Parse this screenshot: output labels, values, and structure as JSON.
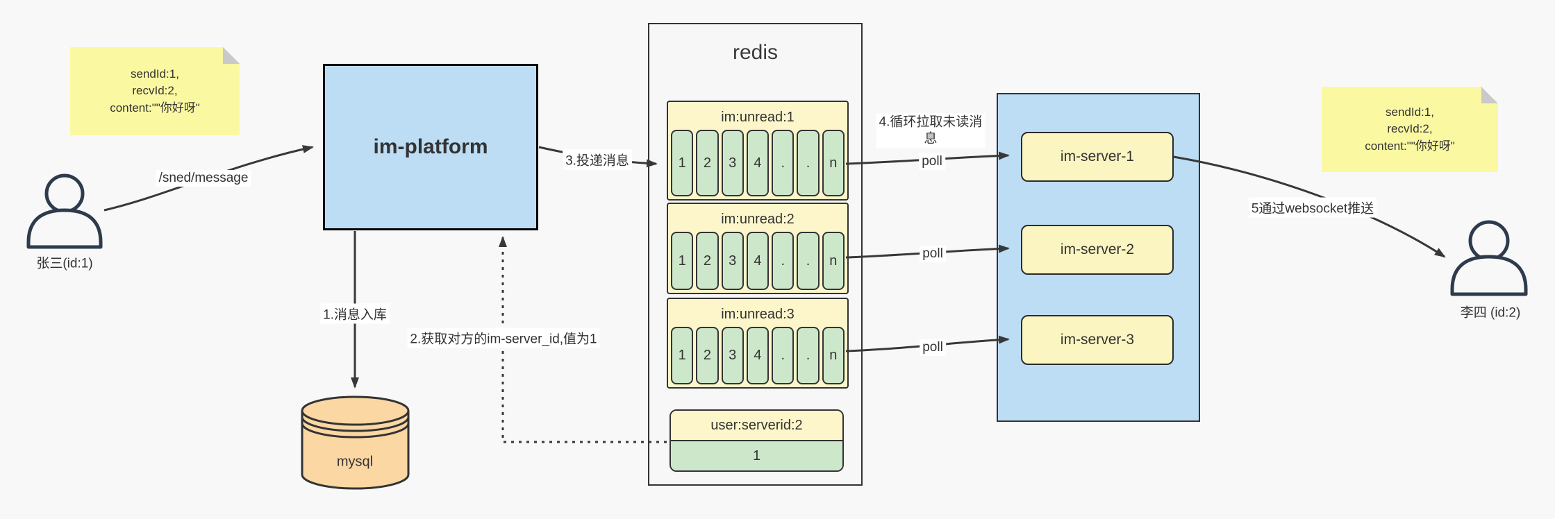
{
  "actors": {
    "sender_label": "张三(id:1)",
    "receiver_label": "李四 (id:2)"
  },
  "notes": {
    "left": {
      "line1": "sendId:1,",
      "line2": "recvId:2,",
      "line3": "content:\"\"你好呀\""
    },
    "right": {
      "line1": "sendId:1,",
      "line2": "recvId:2,",
      "line3": "content:\"\"你好呀\""
    }
  },
  "platform": {
    "label": "im-platform"
  },
  "database": {
    "label": "mysql"
  },
  "redis": {
    "title": "redis",
    "queues": [
      {
        "header": "im:unread:1",
        "cells": [
          "1",
          "2",
          "3",
          "4",
          ".",
          ".",
          "n"
        ]
      },
      {
        "header": "im:unread:2",
        "cells": [
          "1",
          "2",
          "3",
          "4",
          ".",
          ".",
          "n"
        ]
      },
      {
        "header": "im:unread:3",
        "cells": [
          "1",
          "2",
          "3",
          "4",
          ".",
          ".",
          "n"
        ]
      }
    ],
    "mapping": {
      "header": "user:serverid:2",
      "value": "1"
    }
  },
  "servers": {
    "items": [
      {
        "label": "im-server-1"
      },
      {
        "label": "im-server-2"
      },
      {
        "label": "im-server-3"
      }
    ]
  },
  "edges": {
    "send_api": "/sned/message",
    "step1": "1.消息入库",
    "step2": "2.获取对方的im-server_id,值为1",
    "step3": "3.投递消息",
    "step4_line1": "4.循环拉取未读消",
    "step4_line2": "息",
    "step5": "5通过websocket推送",
    "poll": "poll"
  },
  "colors": {
    "bg": "#f8f8f8",
    "ink": "#333333",
    "line": "#383838",
    "note-fill": "#fbf8a2",
    "note-fold": "#c9c9c9",
    "blue-fill": "#bcddf4",
    "panel-fill": "#f7f7f7",
    "queue-fill": "#fdf6ca",
    "cell-fill": "#cde7cb",
    "server-fill": "#fbf5c1",
    "mysql-fill": "#fad7a3",
    "border-dark": "#2b2b2b",
    "person": "#2e3b4c",
    "label-bg": "#ffffff"
  }
}
